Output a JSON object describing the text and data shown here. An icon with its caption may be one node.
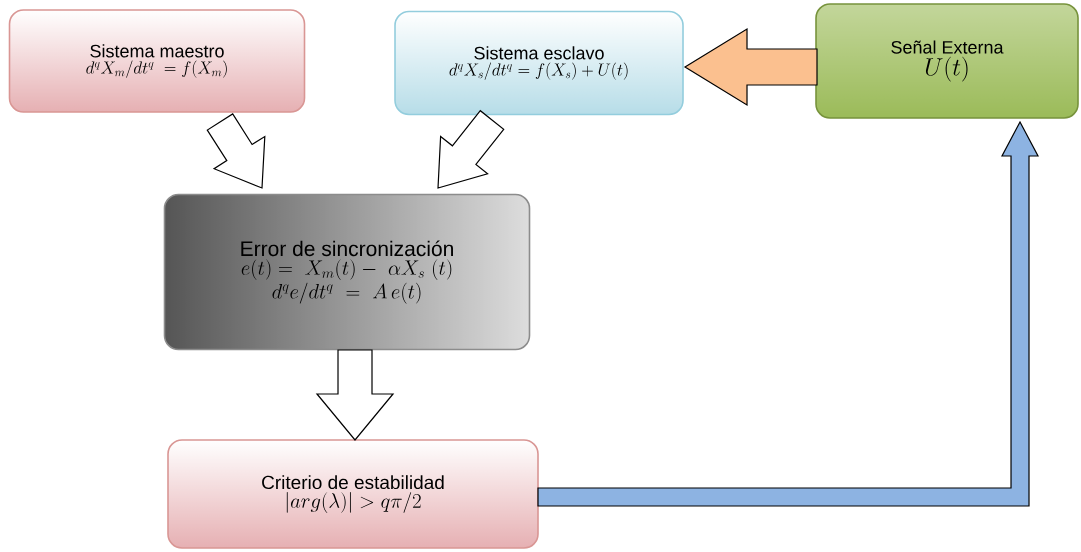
{
  "diagram": {
    "nodes": [
      {
        "text": [
          "Sistema maestro",
          "d^qX_m/dt^q\\ =f(X_m)"
        ]
      },
      {
        "text": [
          "Sistema esclavo",
          "d^qX_s/dt^q=f(X_s)+U(t)"
        ]
      },
      {
        "text": [
          "Señal Externa",
          "U(t)"
        ]
      },
      {
        "text": [
          "Error de sincronización",
          "e(t)=\\ X_m(t)-\\ \\alpha X_s\\ (t)",
          "d^qe/dt^q\\ =\\ A\\,e(t)"
        ]
      },
      {
        "text": [
          "Criterio de estabilidad",
          "|arg(\\lambda)|>q\\pi/2"
        ]
      }
    ],
    "edges": [
      {
        "from": 0,
        "to": 3,
        "arrow": "to"
      },
      {
        "from": 1,
        "to": 3,
        "arrow": "to"
      },
      {
        "from": 2,
        "to": 1,
        "arrow": "to",
        "color": "#fbc08f"
      },
      {
        "from": 3,
        "to": 4,
        "arrow": "to"
      },
      {
        "from": 4,
        "to": 2,
        "arrow": "to",
        "color": "#8db3e2"
      }
    ]
  }
}
